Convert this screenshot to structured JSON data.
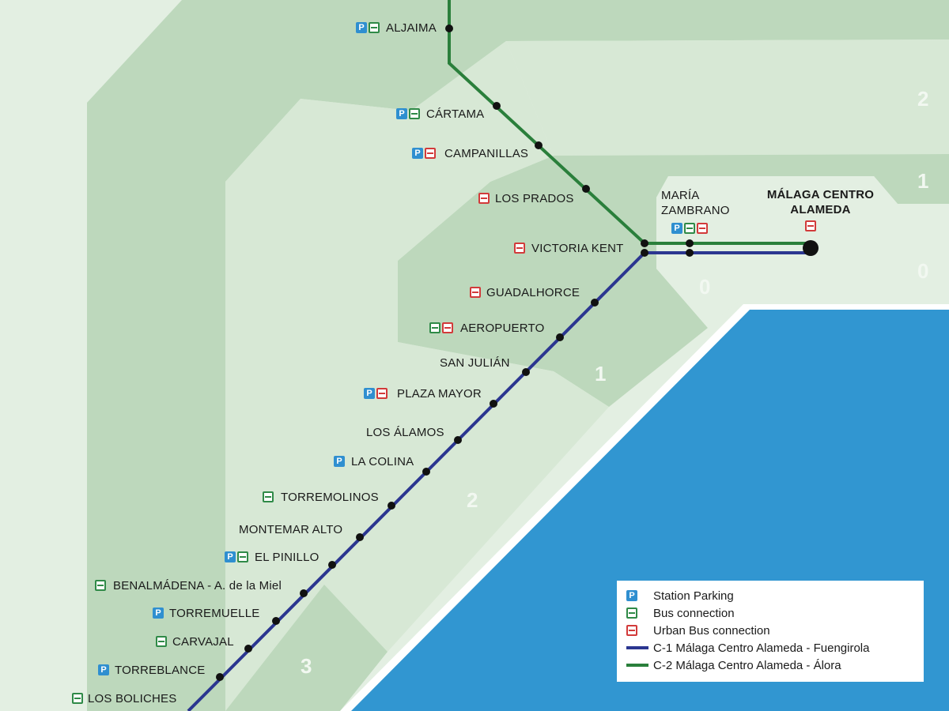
{
  "map": {
    "colors": {
      "sea": "#3196d1",
      "zone0": "#e3efe2",
      "zone1": "#bcd7bc",
      "line_c1": "#2b3690",
      "line_c2": "#2a7f3b",
      "parking": "#2f8fd0",
      "bus": "#2f8a47",
      "urban_bus": "#d23a3a"
    },
    "zones": [
      "2",
      "1",
      "0",
      "0",
      "1",
      "2",
      "3"
    ],
    "stations": [
      {
        "name": "ALJAIMA",
        "icons": [
          "parking-icon",
          "bus-icon"
        ]
      },
      {
        "name": "CÁRTAMA",
        "icons": [
          "parking-icon",
          "bus-icon"
        ]
      },
      {
        "name": "CAMPANILLAS",
        "icons": [
          "parking-icon",
          "urban-bus-icon"
        ]
      },
      {
        "name": "LOS PRADOS",
        "icons": [
          "urban-bus-icon"
        ]
      },
      {
        "name": "VICTORIA KENT",
        "icons": [
          "urban-bus-icon"
        ]
      },
      {
        "name": "MARÍA ZAMBRANO",
        "icons": [
          "parking-icon",
          "bus-icon",
          "urban-bus-icon"
        ]
      },
      {
        "name": "MÁLAGA CENTRO ALAMEDA",
        "icons": [
          "urban-bus-icon"
        ]
      },
      {
        "name": "GUADALHORCE",
        "icons": [
          "urban-bus-icon"
        ]
      },
      {
        "name": "AEROPUERTO",
        "icons": [
          "bus-icon",
          "urban-bus-icon"
        ]
      },
      {
        "name": "SAN JULIÁN",
        "icons": []
      },
      {
        "name": "PLAZA MAYOR",
        "icons": [
          "parking-icon",
          "urban-bus-icon"
        ]
      },
      {
        "name": "LOS ÁLAMOS",
        "icons": []
      },
      {
        "name": "LA COLINA",
        "icons": [
          "parking-icon"
        ]
      },
      {
        "name": "TORREMOLINOS",
        "icons": [
          "bus-icon"
        ]
      },
      {
        "name": "MONTEMAR ALTO",
        "icons": []
      },
      {
        "name": "EL PINILLO",
        "icons": [
          "parking-icon",
          "bus-icon"
        ]
      },
      {
        "name": "BENALMÁDENA - A. de la Miel",
        "icons": [
          "bus-icon"
        ]
      },
      {
        "name": "TORREMUELLE",
        "icons": [
          "parking-icon"
        ]
      },
      {
        "name": "CARVAJAL",
        "icons": [
          "bus-icon"
        ]
      },
      {
        "name": "TORREBLANCE",
        "icons": [
          "parking-icon"
        ]
      },
      {
        "name": "LOS BOLICHES",
        "icons": [
          "bus-icon"
        ]
      }
    ],
    "legend": {
      "parking": "Station Parking",
      "bus": "Bus connection",
      "urban_bus": "Urban Bus connection",
      "line_c1": "C-1  Málaga Centro Alameda - Fuengirola",
      "line_c2": "C-2  Málaga Centro Alameda - Álora"
    },
    "parking_glyph": "P"
  }
}
